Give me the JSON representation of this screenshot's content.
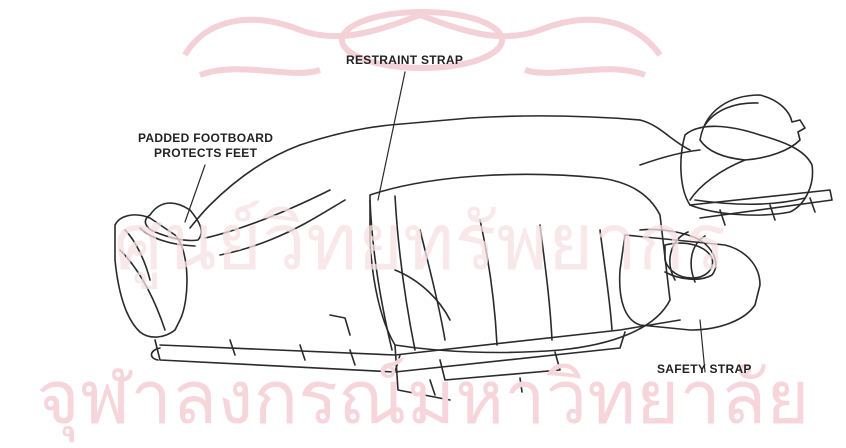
{
  "labels": {
    "restraint_strap": "RESTRAINT STRAP",
    "padded_footboard_line1": "PADDED FOOTBOARD",
    "padded_footboard_line2": "PROTECTS FEET",
    "safety_strap": "SAFETY STRAP"
  },
  "watermark": {
    "text_bottom": "จุฬาลงกรณ์มหาวิทยาลัย",
    "text_middle": "ศูนย์วิทยทรัพยากร",
    "seal": "university-seal-watermark"
  },
  "colors": {
    "line": "#2a2a2a",
    "watermark": "#f2c9cf",
    "background": "#ffffff"
  }
}
